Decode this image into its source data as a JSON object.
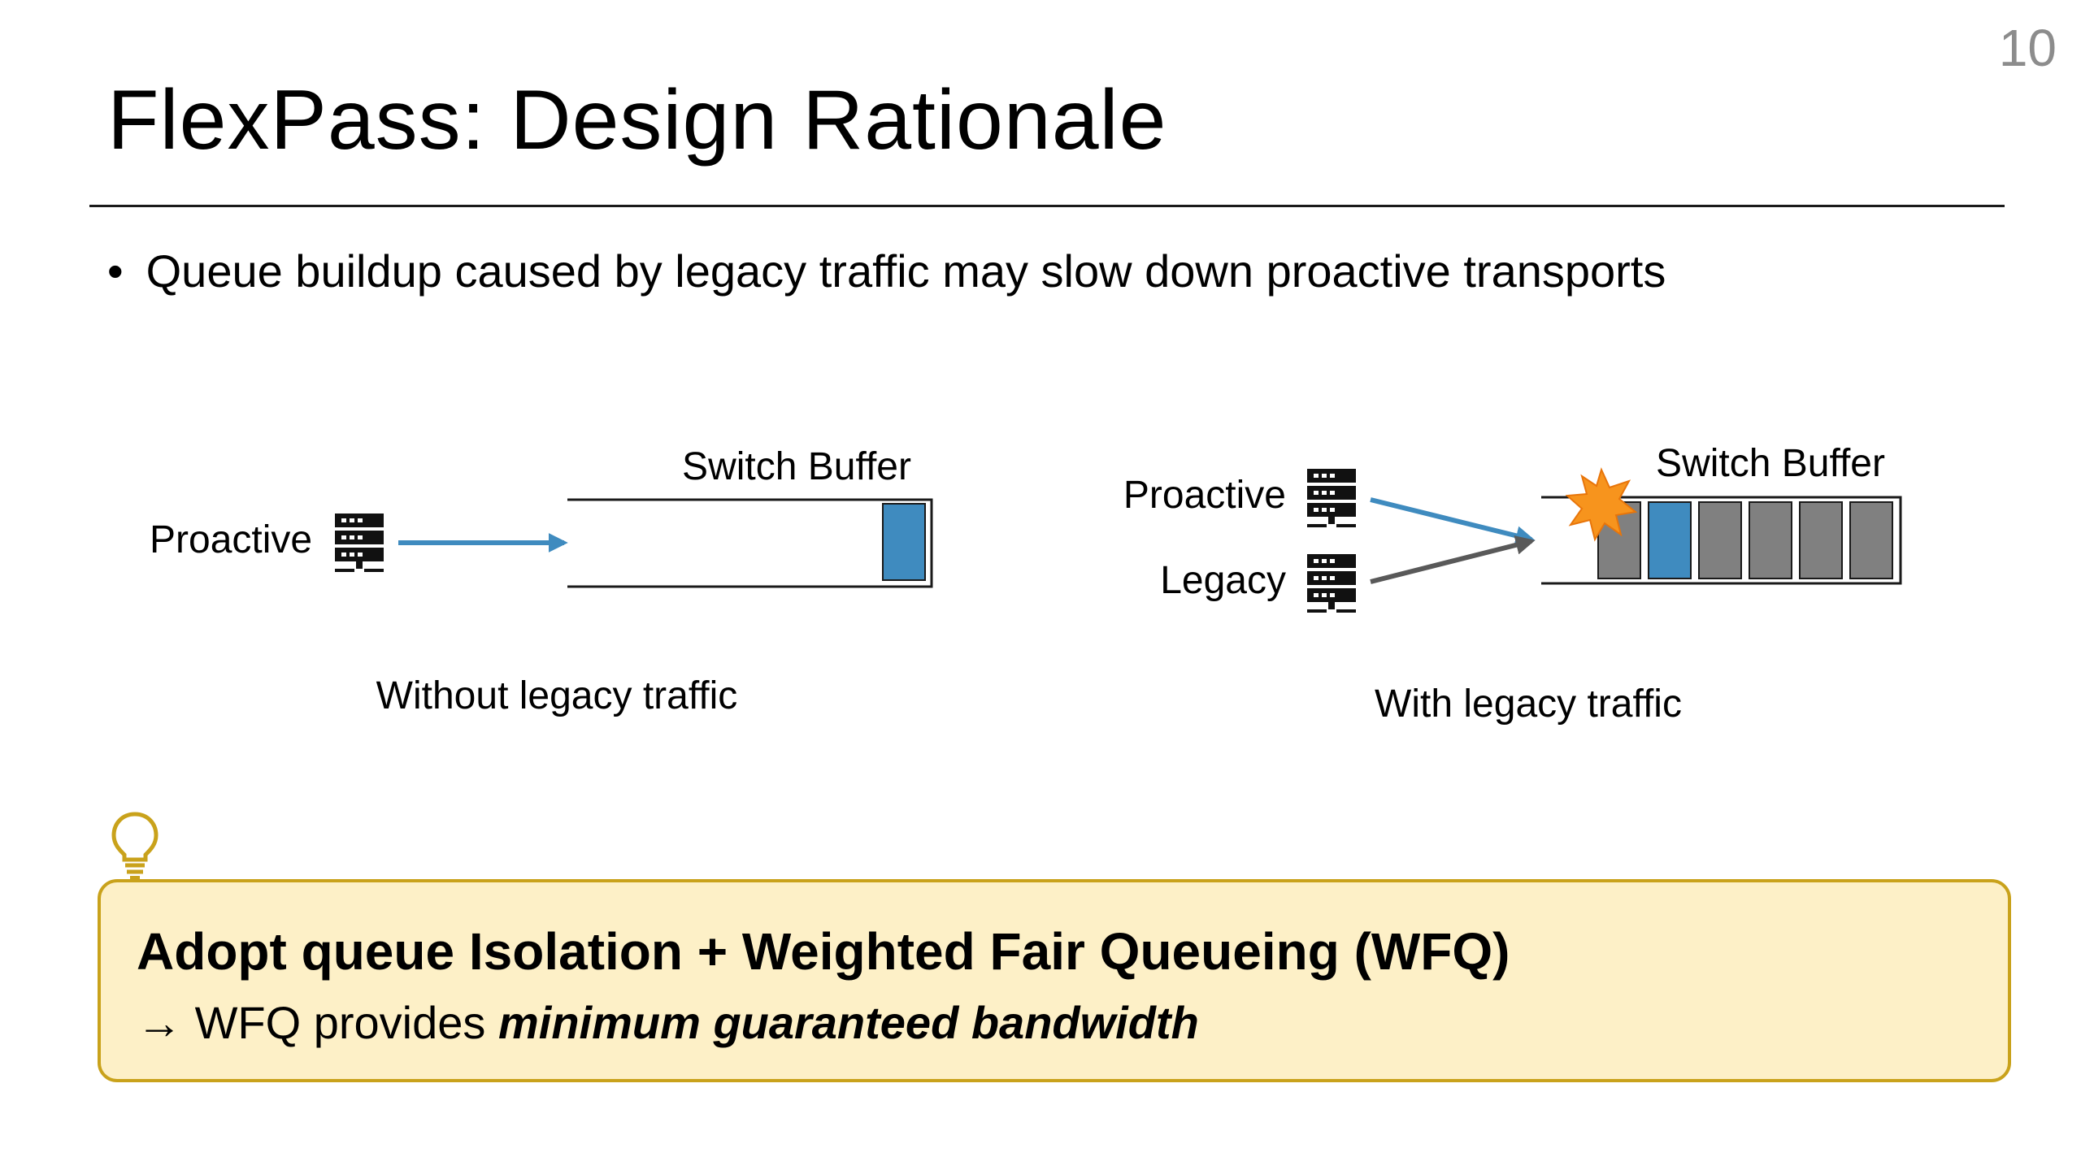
{
  "slide": {
    "page_number": "10",
    "title": "FlexPass: Design Rationale",
    "bullet": "Queue buildup caused by legacy traffic may slow down proactive transports"
  },
  "left_diagram": {
    "sender_label": "Proactive",
    "buffer_label": "Switch Buffer",
    "caption": "Without legacy traffic"
  },
  "right_diagram": {
    "sender_proactive_label": "Proactive",
    "sender_legacy_label": "Legacy",
    "buffer_label": "Switch Buffer",
    "caption": "With legacy traffic"
  },
  "callout": {
    "headline": "Adopt queue Isolation + Weighted Fair Queueing (WFQ)",
    "arrow_glyph": "→",
    "sub_prefix": "WFQ provides ",
    "sub_emphasis": "minimum guaranteed bandwidth"
  },
  "colors": {
    "proactive": "#3f8bbf",
    "legacy": "#808080",
    "callout_fill": "#fdf0c7",
    "callout_border": "#c9a21b",
    "burst": "#f7941d"
  },
  "icons": {
    "server": "server-icon",
    "burst": "explosion-icon",
    "hint": "lightbulb-icon"
  }
}
